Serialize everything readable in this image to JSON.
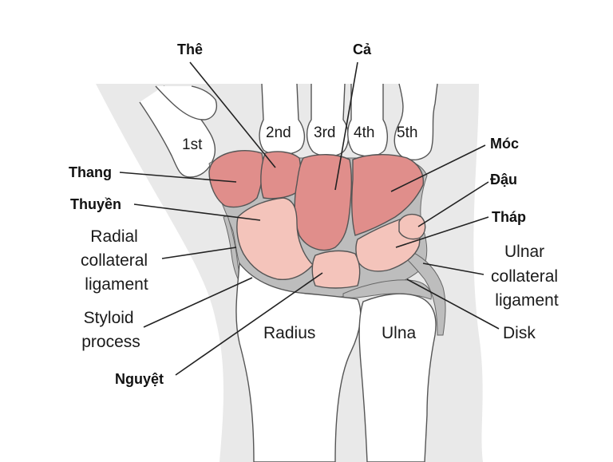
{
  "metacarpals": {
    "first": "1st",
    "second": "2nd",
    "third": "3rd",
    "fourth": "4th",
    "fifth": "5th"
  },
  "carpals": {
    "the": "Thê",
    "ca": "Cả",
    "moc": "Móc",
    "thang": "Thang",
    "dau": "Đậu",
    "thuyen": "Thuyền",
    "thap": "Tháp",
    "nguyet": "Nguyệt"
  },
  "structures": {
    "radial_collateral_ligament": [
      "Radial",
      "collateral",
      "ligament"
    ],
    "styloid_process": [
      "Styloid",
      "process"
    ],
    "radius": "Radius",
    "ulna": "Ulna",
    "ulnar_collateral_ligament": [
      "Ulnar",
      "collateral",
      "ligament"
    ],
    "disk": "Disk"
  },
  "colors": {
    "carpal_distal": "#e08e8b",
    "carpal_proximal": "#f4c4bb",
    "ligament": "#bdbdbd",
    "skin": "#e9e9e9"
  }
}
